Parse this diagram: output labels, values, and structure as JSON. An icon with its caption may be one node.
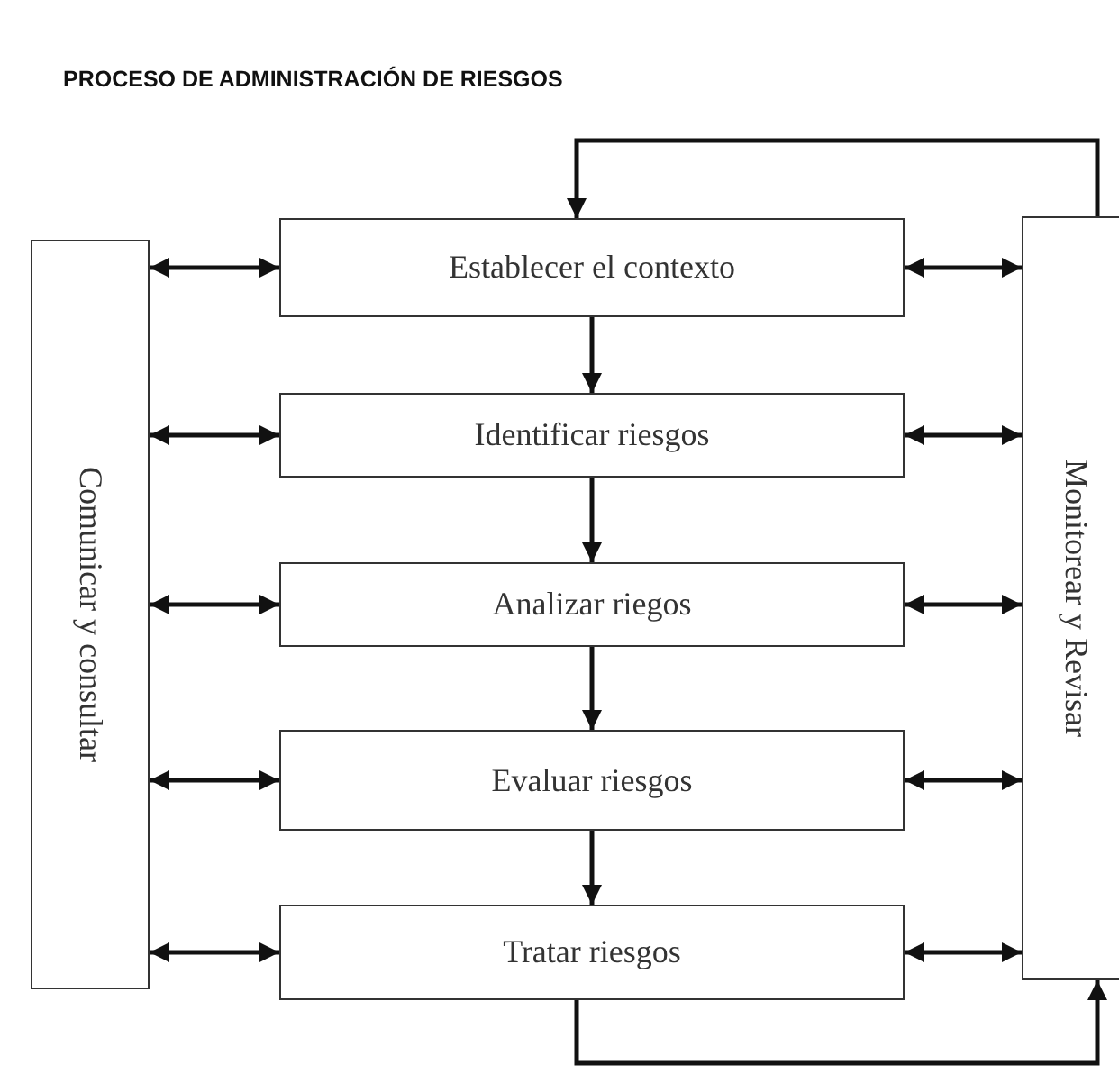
{
  "diagram": {
    "title": "PROCESO DE ADMINISTRACIÓN DE RIESGOS",
    "nodes": [
      {
        "text": [
          "Comunicar y consultar"
        ]
      },
      {
        "text": [
          "Establecer el contexto"
        ]
      },
      {
        "text": [
          "Identificar riesgos"
        ]
      },
      {
        "text": [
          "Analizar riegos"
        ]
      },
      {
        "text": [
          "Evaluar riesgos"
        ]
      },
      {
        "text": [
          "Tratar riesgos"
        ]
      },
      {
        "text": [
          "Monitorear y Revisar"
        ]
      }
    ],
    "edges": [
      {
        "from": 0,
        "to": 1,
        "arrow": "both"
      },
      {
        "from": 0,
        "to": 2,
        "arrow": "both"
      },
      {
        "from": 0,
        "to": 3,
        "arrow": "both"
      },
      {
        "from": 0,
        "to": 4,
        "arrow": "both"
      },
      {
        "from": 0,
        "to": 5,
        "arrow": "both"
      },
      {
        "from": 1,
        "to": 6,
        "arrow": "both"
      },
      {
        "from": 2,
        "to": 6,
        "arrow": "both"
      },
      {
        "from": 3,
        "to": 6,
        "arrow": "both"
      },
      {
        "from": 4,
        "to": 6,
        "arrow": "both"
      },
      {
        "from": 5,
        "to": 6,
        "arrow": "both"
      },
      {
        "from": 1,
        "to": 2,
        "arrow": "to"
      },
      {
        "from": 2,
        "to": 3,
        "arrow": "to"
      },
      {
        "from": 3,
        "to": 4,
        "arrow": "to"
      },
      {
        "from": 4,
        "to": 5,
        "arrow": "to"
      },
      {
        "from": 6,
        "to": 1,
        "arrow": "to"
      },
      {
        "from": 5,
        "to": 6,
        "arrow": "to"
      }
    ]
  }
}
